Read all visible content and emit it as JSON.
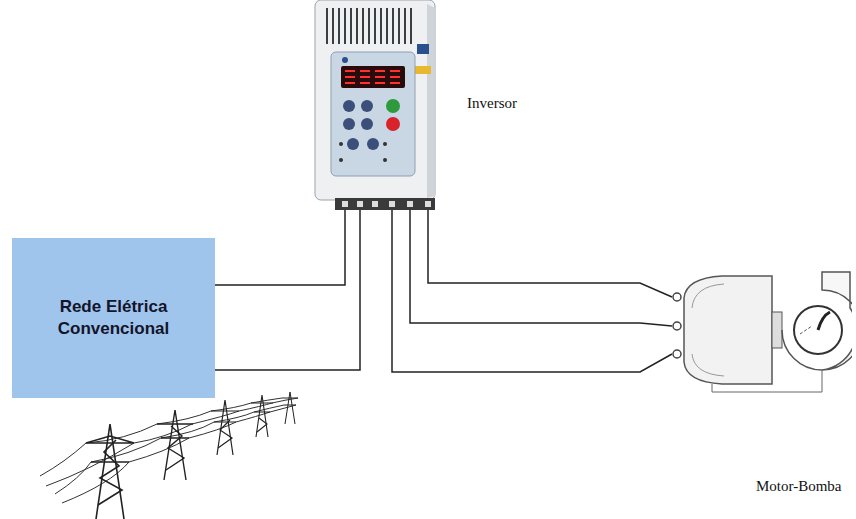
{
  "diagram": {
    "nodes": [
      {
        "text": [
          "Rede Elétrica Convencional"
        ]
      },
      {
        "text": [
          "Inversor"
        ]
      },
      {
        "text": [
          "Motor-Bomba"
        ]
      }
    ],
    "edges": [
      {
        "from": 0,
        "to": 1,
        "arrow": "none"
      },
      {
        "from": 0,
        "to": 1,
        "arrow": "none"
      },
      {
        "from": 1,
        "to": 2,
        "arrow": "none"
      },
      {
        "from": 1,
        "to": 2,
        "arrow": "none"
      },
      {
        "from": 1,
        "to": 2,
        "arrow": "none"
      }
    ]
  }
}
